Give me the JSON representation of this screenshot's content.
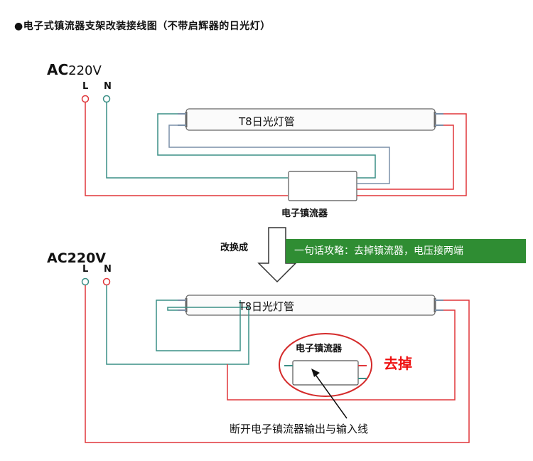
{
  "title": "●电子式镇流器支架改装接线图（不带启辉器的日光灯）",
  "before": {
    "ac_prefix": "AC",
    "ac_voltage": "220V",
    "terminal_l": "L",
    "terminal_n": "N",
    "tube_label": "T8日光灯管",
    "ballast_label": "电子镇流器"
  },
  "change_label": "改换成",
  "tip_banner": "一句话攻略：去掉镇流器，电压接两端",
  "after": {
    "ac_text": "AC220V",
    "terminal_l": "L",
    "terminal_n": "N",
    "tube_label": "T8日光灯管",
    "ballast_label": "电子镇流器",
    "remove_label": "去掉",
    "caption": "断开电子镇流器输出与输入线"
  },
  "colors": {
    "live_wire": "#e0363a",
    "neutral_wire": "#3a8f86",
    "tube_wire": "#7a8fa8",
    "banner_bg": "#2f8d33",
    "remove_text": "#ee1111"
  }
}
